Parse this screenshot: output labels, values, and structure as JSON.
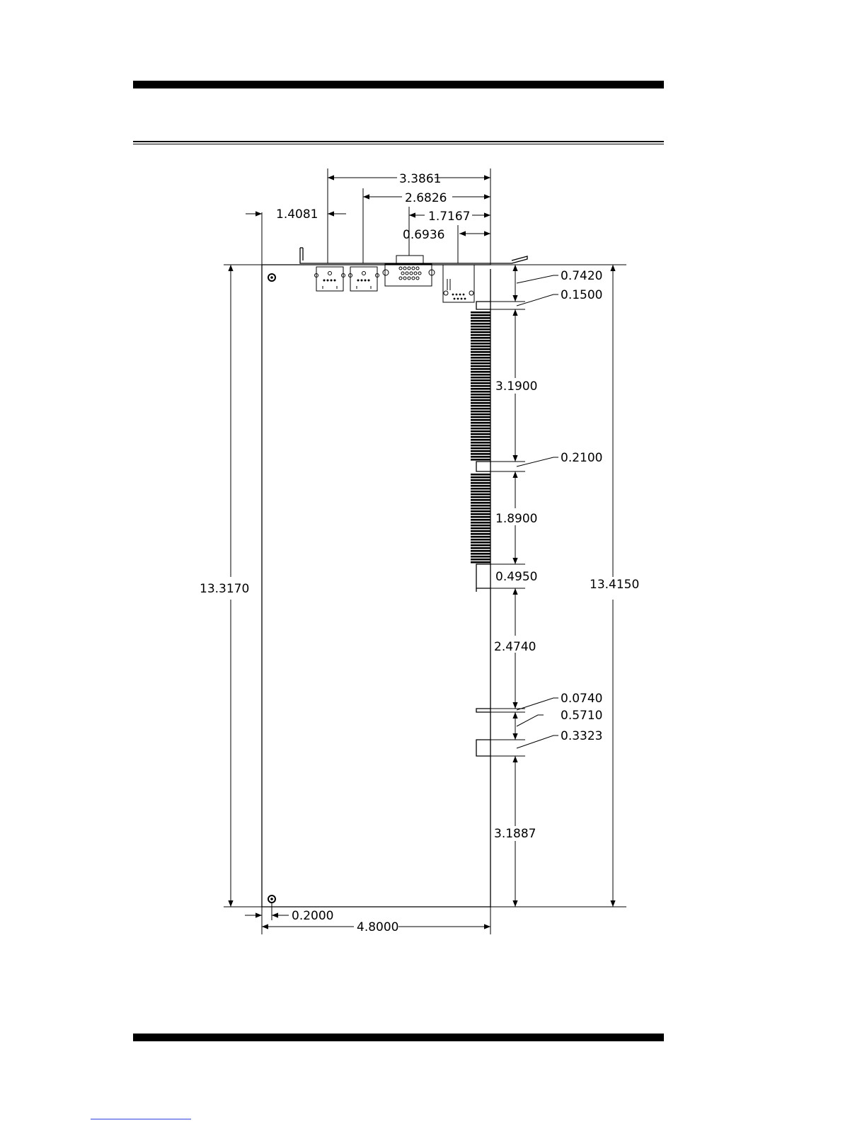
{
  "dimensions": {
    "top": {
      "d_3_3861": "3.3861",
      "d_2_6826": "2.6826",
      "d_1_7167": "1.7167",
      "d_0_6936": "0.6936",
      "d_1_4081": "1.4081"
    },
    "right": {
      "d_0_7420": "0.7420",
      "d_0_1500": "0.1500",
      "d_3_1900": "3.1900",
      "d_0_2100": "0.2100",
      "d_1_8900": "1.8900",
      "d_0_4950": "0.4950",
      "d_2_4740": "2.4740",
      "d_0_0740": "0.0740",
      "d_0_5710": "0.5710",
      "d_0_3323": "0.3323",
      "d_3_1887": "3.1887"
    },
    "overall": {
      "left_height": "13.3170",
      "right_height": "13.4150",
      "bottom_width": "4.8000",
      "hole_offset": "0.2000"
    }
  }
}
